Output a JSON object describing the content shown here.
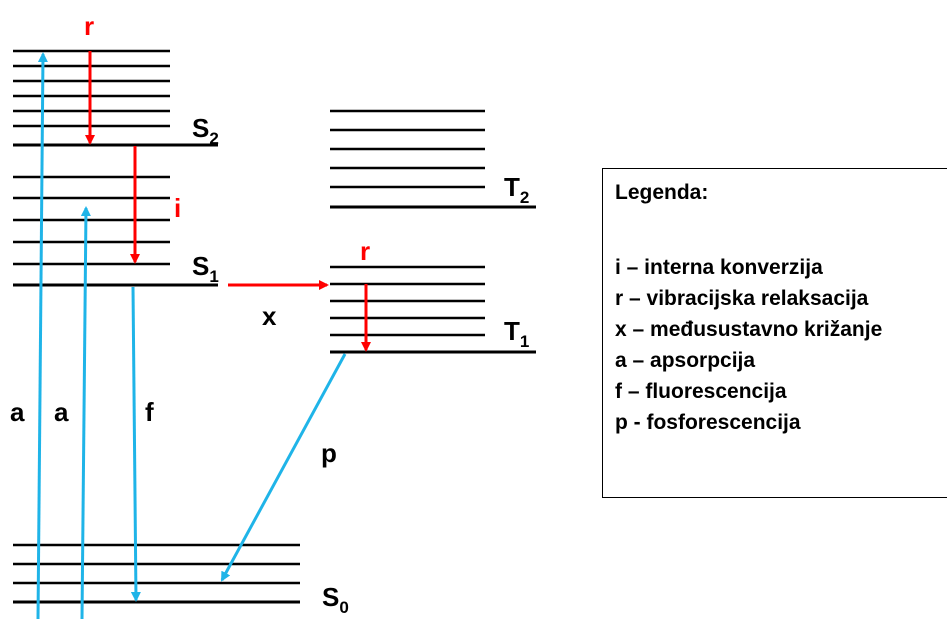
{
  "colors": {
    "line": "#000000",
    "transfer": "#ff0000",
    "radiative": "#1fb4e8"
  },
  "levels": {
    "S2": {
      "base": "S",
      "sub": "2"
    },
    "S1": {
      "base": "S",
      "sub": "1"
    },
    "S0": {
      "base": "S",
      "sub": "0"
    },
    "T2": {
      "base": "T",
      "sub": "2"
    },
    "T1": {
      "base": "T",
      "sub": "1"
    }
  },
  "labels": {
    "r_top": "r",
    "i": "i",
    "r_triplet": "r",
    "x": "x",
    "a_left": "a",
    "a_right": "a",
    "f": "f",
    "p": "p"
  },
  "legend": {
    "title": "Legenda:",
    "items": [
      "i – interna konverzija",
      "r – vibracijska relaksacija",
      "x – međusustavno križanje",
      "a – apsorpcija",
      "f – fluorescencija",
      "p - fosforescencija"
    ]
  }
}
